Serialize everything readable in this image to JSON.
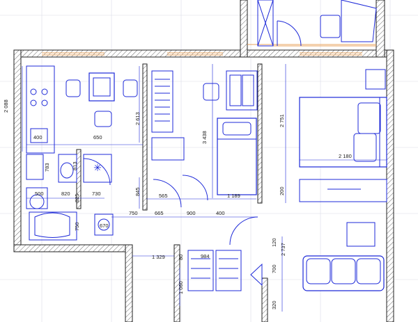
{
  "dimensions": {
    "d2088": "2 088",
    "d400a": "400",
    "d650": "650",
    "d2613": "2 613",
    "d3438": "3 438",
    "d2751": "2 751",
    "d2180": "2 180",
    "d783": "783",
    "d813": "813",
    "d500": "500",
    "d820": "820",
    "d730": "730",
    "d825": "825",
    "d845": "845",
    "d565": "565",
    "d1189": "1 189",
    "d200": "200",
    "d750a": "750",
    "d665": "665",
    "d900": "900",
    "d400b": "400",
    "d750b": "750",
    "d1329": "1 329",
    "d80": "80",
    "d984": "984",
    "d120": "120",
    "d2737": "2 737",
    "d700": "700",
    "d1060": "1 060",
    "d320": "320",
    "d670": "670"
  },
  "colors": {
    "furniture": "#1c28d8",
    "window": "#e8a35c",
    "wall_line": "#222222",
    "grid": "#d9dbe6"
  }
}
